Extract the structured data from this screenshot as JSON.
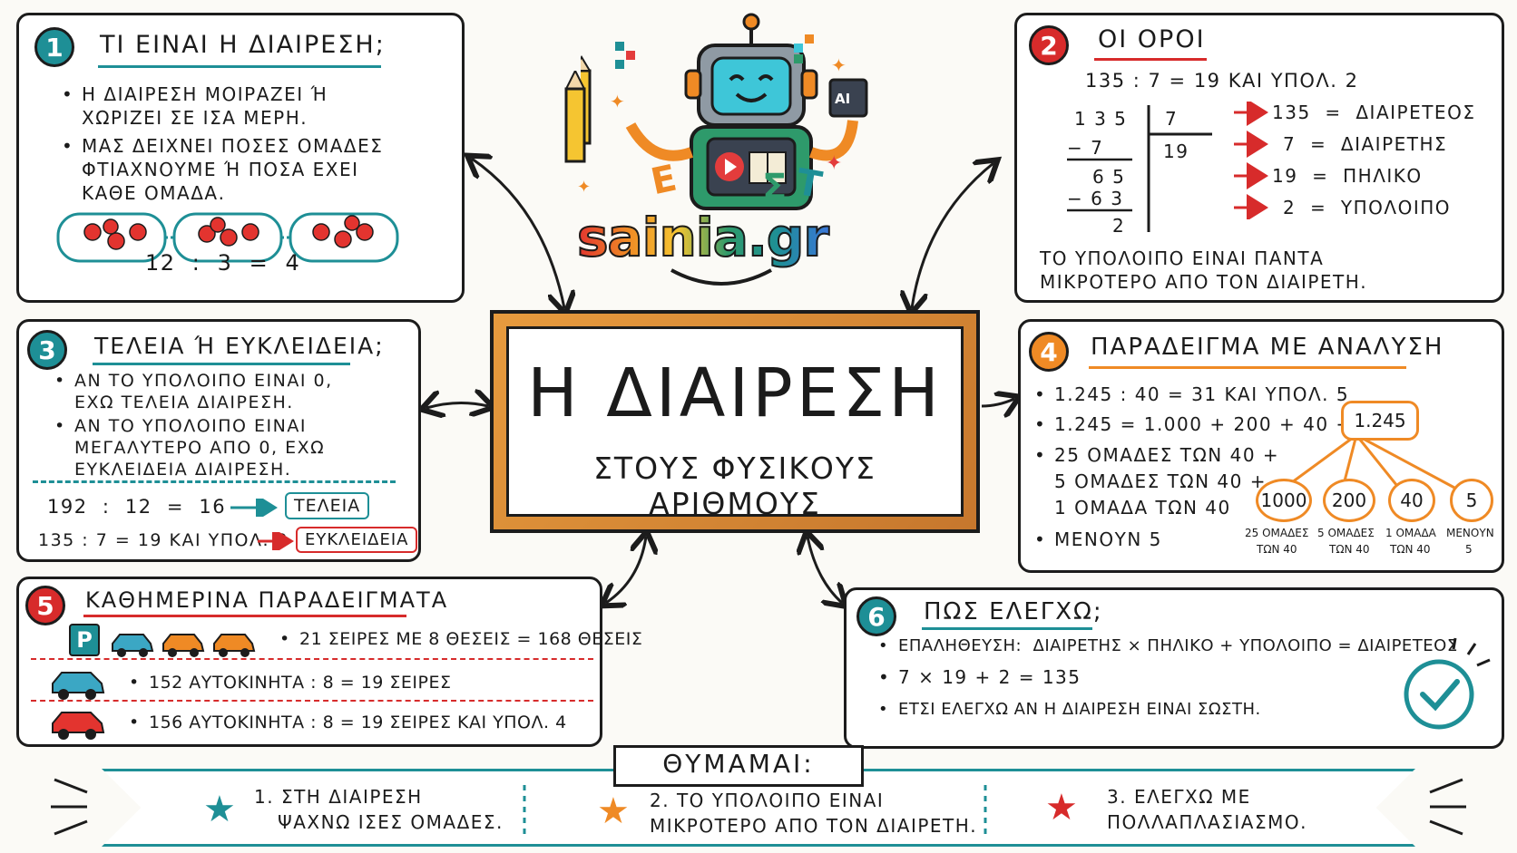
{
  "logo": {
    "brand": "sainia.gr",
    "letters": [
      "Ε",
      "Σ",
      "Τ"
    ],
    "ai_badge": "AI"
  },
  "center": {
    "title": "Η ΔΙΑΙΡΕΣΗ",
    "subtitle": "ΣΤΟΥΣ ΦΥΣΙΚΟΥΣ ΑΡΙΘΜΟΥΣ"
  },
  "s1": {
    "num": "1",
    "title": "ΤΙ ΕΙΝΑΙ Η ΔΙΑΙΡΕΣΗ;",
    "b1a": "Η ΔΙΑΙΡΕΣΗ ΜΟΙΡΑΖΕΙ Ή",
    "b1b": "ΧΩΡΙΖΕΙ ΣΕ ΙΣΑ ΜΕΡΗ.",
    "b2a": "ΜΑΣ ΔΕΙΧΝΕΙ ΠΟΣΕΣ ΟΜΑΔΕΣ",
    "b2b": "ΦΤΙΑΧΝΟΥΜΕ Ή ΠΟΣΑ ΕΧΕΙ",
    "b2c": "ΚΑΘΕ ΟΜΑΔΑ.",
    "equation": "12  :  3  =  4"
  },
  "s2": {
    "num": "2",
    "title": "ΟΙ ΟΡΟΙ",
    "equation": "135 : 7 = 19 ΚΑΙ ΥΠΟΛ. 2",
    "div": {
      "dividend": "1 3 5",
      "divisor": "7",
      "quotient": "19",
      "sub1": "− 7",
      "mid": "6 5",
      "sub2": "− 6 3",
      "rem": "2"
    },
    "terms": [
      "135  =  ΔΙΑΙΡΕΤΕΟΣ",
      "7  =  ΔΙΑΙΡΕΤΗΣ",
      "19  =  ΠΗΛΙΚΟ",
      "2  =  ΥΠΟΛΟΙΠΟ"
    ],
    "note1": "ΤΟ ΥΠΟΛΟΙΠΟ ΕΙΝΑΙ ΠΑΝΤΑ",
    "note2": "ΜΙΚΡΟΤΕΡΟ ΑΠΟ ΤΟΝ ΔΙΑΙΡΕΤΗ."
  },
  "s3": {
    "num": "3",
    "title": "ΤΕΛΕΙΑ Ή ΕΥΚΛΕΙΔΕΙΑ;",
    "b1a": "ΑΝ ΤΟ ΥΠΟΛΟΙΠΟ ΕΙΝΑΙ 0,",
    "b1b": "ΕΧΩ ΤΕΛΕΙΑ ΔΙΑΙΡΕΣΗ.",
    "b2a": "ΑΝ ΤΟ ΥΠΟΛΟΙΠΟ ΕΙΝΑΙ",
    "b2b": "ΜΕΓΑΛΥΤΕΡΟ ΑΠΟ 0, ΕΧΩ",
    "b2c": "ΕΥΚΛΕΙΔΕΙΑ ΔΙΑΙΡΕΣΗ.",
    "ex1": "192  :  12  =  16",
    "tag1": "ΤΕΛΕΙΑ",
    "ex2": "135 : 7 = 19 ΚΑΙ ΥΠΟΛ. 2",
    "tag2": "ΕΥΚΛΕΙΔΕΙΑ"
  },
  "s4": {
    "num": "4",
    "title": "ΠΑΡΑΔΕΙΓΜΑ ΜΕ ΑΝΑΛΥΣΗ",
    "b1": "1.245 : 40 = 31 ΚΑΙ ΥΠΟΛ. 5",
    "b2": "1.245 = 1.000 + 200 + 40 + 5",
    "b3a": "25 ΟΜΑΔΕΣ ΤΩΝ 40 +",
    "b3b": "5 ΟΜΑΔΕΣ ΤΩΝ 40 +",
    "b3c": "1 ΟΜΑΔΑ ΤΩΝ 40",
    "b4": "ΜΕΝΟΥΝ 5",
    "tree": {
      "root": "1.245",
      "leaves": [
        {
          "value": "1000",
          "cap1": "25 ΟΜΑΔΕΣ",
          "cap2": "ΤΩΝ 40"
        },
        {
          "value": "200",
          "cap1": "5 ΟΜΑΔΕΣ",
          "cap2": "ΤΩΝ 40"
        },
        {
          "value": "40",
          "cap1": "1 ΟΜΑΔΑ",
          "cap2": "ΤΩΝ 40"
        },
        {
          "value": "5",
          "cap1": "ΜΕΝΟΥΝ",
          "cap2": "5"
        }
      ]
    }
  },
  "s5": {
    "num": "5",
    "title": "ΚΑΘΗΜΕΡΙΝΑ ΠΑΡΑΔΕΙΓΜΑΤΑ",
    "parking": "P",
    "row1": "21 ΣΕΙΡΕΣ ΜΕ 8 ΘΕΣΕΙΣ = 168 ΘΕΣΕΙΣ",
    "row2": "152 ΑΥΤΟΚΙΝΗΤΑ : 8 = 19 ΣΕΙΡΕΣ",
    "row3": "156 ΑΥΤΟΚΙΝΗΤΑ : 8 = 19 ΣΕΙΡΕΣ ΚΑΙ ΥΠΟΛ. 4"
  },
  "s6": {
    "num": "6",
    "title": "ΠΩΣ ΕΛΕΓΧΩ;",
    "b1": "ΕΠΑΛΗΘΕΥΣΗ:  ΔΙΑΙΡΕΤΗΣ × ΠΗΛΙΚΟ + ΥΠΟΛΟΙΠΟ = ΔΙΑΙΡΕΤΕΟΣ",
    "b2": "7 × 19 + 2 = 135",
    "b3": "ΕΤΣΙ ΕΛΕΓΧΩ ΑΝ Η ΔΙΑΙΡΕΣΗ ΕΙΝΑΙ ΣΩΣΤΗ."
  },
  "remember": {
    "title": "ΘΥΜΑΜΑΙ:",
    "t1a": "1. ΣΤΗ ΔΙΑΙΡΕΣΗ",
    "t1b": "ΨΑΧΝΩ ΙΣΕΣ ΟΜΑΔΕΣ.",
    "t2a": "2. ΤΟ ΥΠΟΛΟΙΠΟ ΕΙΝΑΙ",
    "t2b": "ΜΙΚΡΟΤΕΡΟ ΑΠΟ ΤΟΝ ΔΙΑΙΡΕΤΗ.",
    "t3a": "3. ΕΛΕΓΧΩ ΜΕ",
    "t3b": "ΠΟΛΛΑΠΛΑΣΙΑΣΜΟ."
  },
  "colors": {
    "teal": "#1e8f96",
    "red": "#d72b2b",
    "orange": "#ef8a25"
  }
}
